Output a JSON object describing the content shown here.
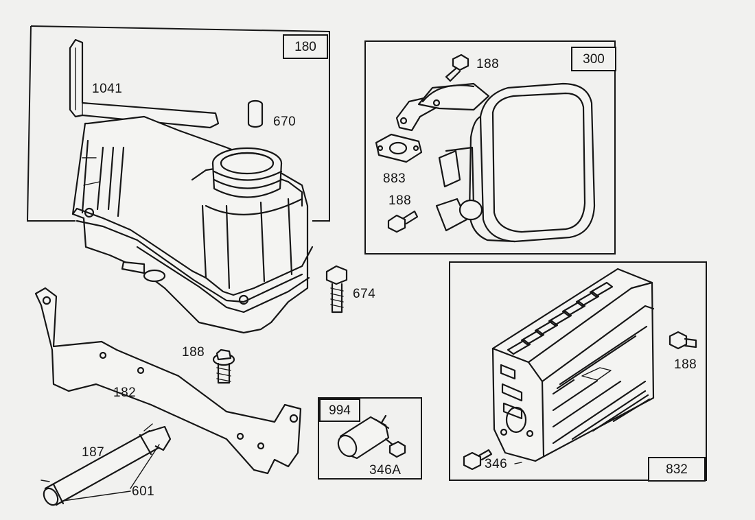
{
  "groups": {
    "fuel_tank": "180",
    "muffler": "300",
    "muffler_guard": "832",
    "spark_arrestor": "994"
  },
  "parts": {
    "bracket": "1041",
    "bushing": "670",
    "screw_tank_bottom": "674",
    "screw_bracket": "188",
    "tank_bracket": "182",
    "fuel_line": "187",
    "clamp": "601",
    "screw_muffler_top": "188",
    "gasket": "883",
    "screw_muffler_bottom": "188",
    "screw_guard": "188",
    "screw_guard_bottom": "346",
    "screw_arrestor": "346A"
  }
}
